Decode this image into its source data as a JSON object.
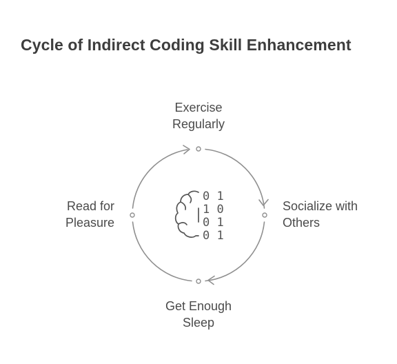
{
  "title": "Cycle of Indirect Coding Skill Enhancement",
  "nodes": {
    "top": {
      "line1": "Exercise",
      "line2": "Regularly"
    },
    "right": {
      "line1": "Socialize with",
      "line2": "Others"
    },
    "bottom": {
      "line1": "Get Enough",
      "line2": "Sleep"
    },
    "left": {
      "line1": "Read for",
      "line2": "Pleasure"
    }
  },
  "center_icon": {
    "name": "brain-binary-icon",
    "binary_rows": [
      "0 1",
      "1 0",
      "0 1",
      "0 1"
    ]
  },
  "colors": {
    "title": "#3d3d3d",
    "text": "#4a4a4a",
    "connector": "#8f8f8f",
    "icon": "#555555"
  }
}
